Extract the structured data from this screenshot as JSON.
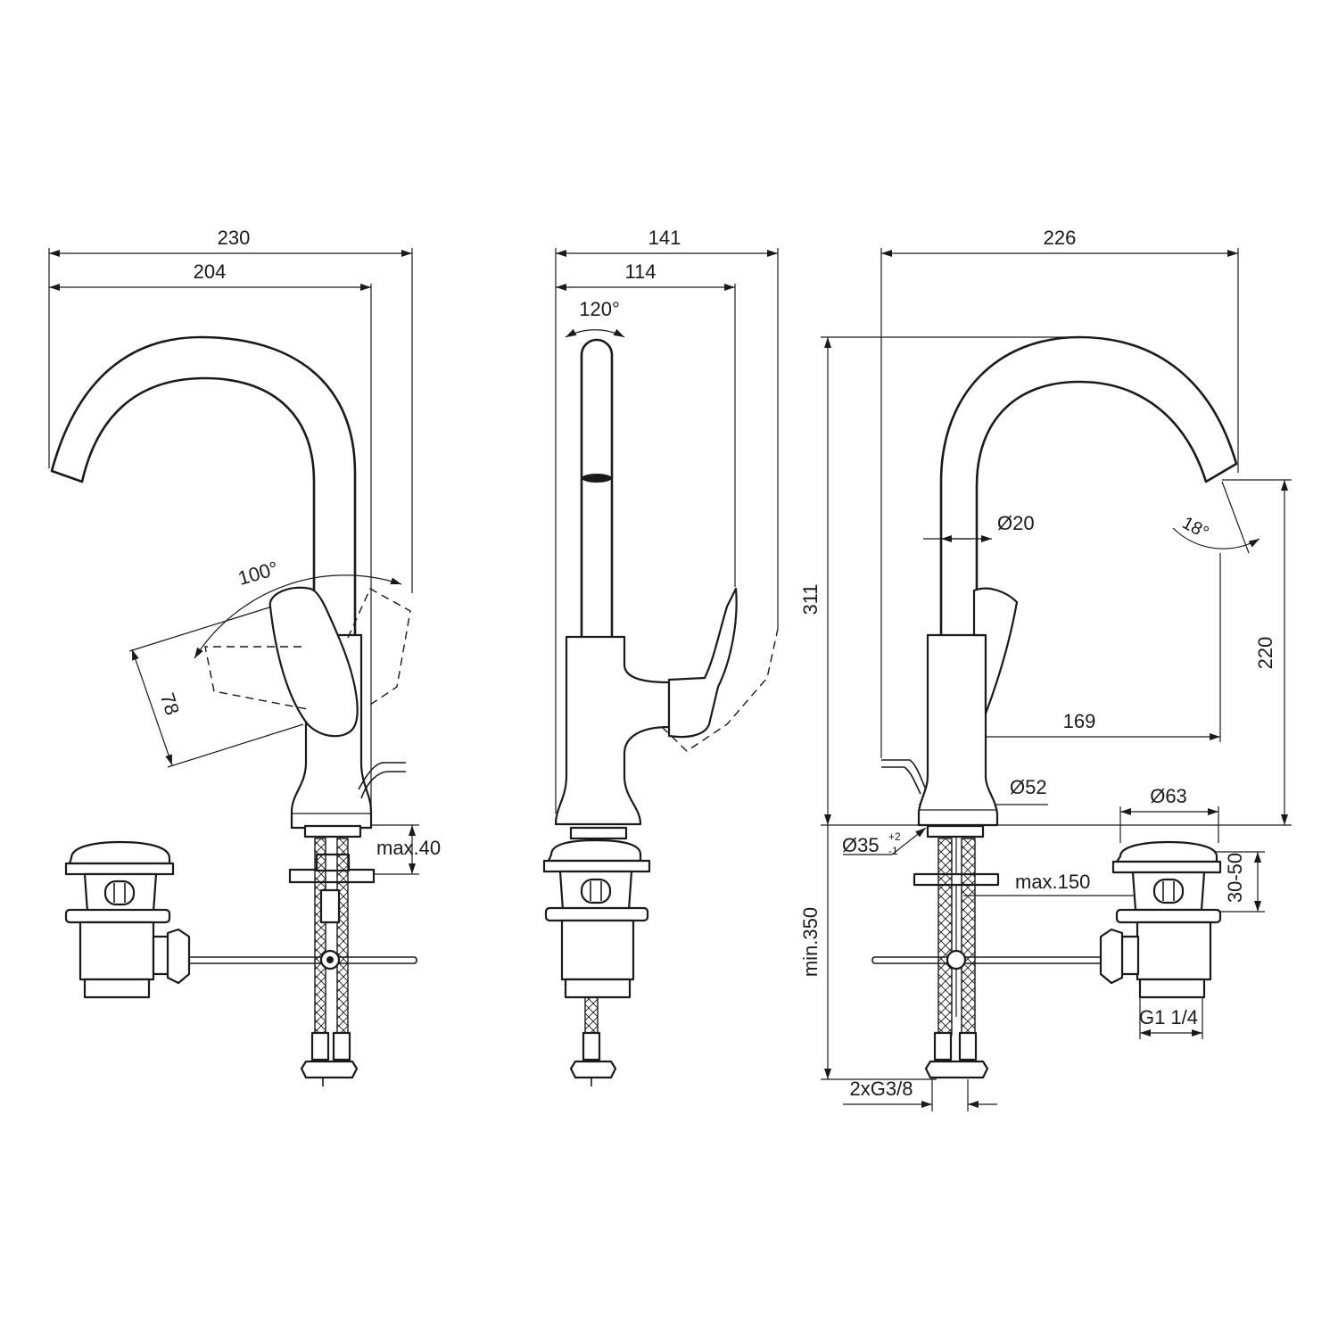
{
  "title": "",
  "views": [
    {
      "name": "front",
      "dimensions": {
        "overall_width": "230",
        "spout_reach": "204",
        "lever_length": "78",
        "lever_angle": "100°",
        "deck_thickness": "max.40"
      }
    },
    {
      "name": "side",
      "dimensions": {
        "overall_depth": "141",
        "spout_depth": "114",
        "spout_swivel": "120°"
      }
    },
    {
      "name": "rear",
      "dimensions": {
        "overall_width": "226",
        "height": "311",
        "spout_diameter": "Ø20",
        "outlet_angle": "18°",
        "spout_clearance": "220",
        "projection": "169",
        "body_diameter": "Ø52",
        "waste_plug_diameter": "Ø63",
        "tap_hole_diameter": "Ø35",
        "tap_hole_tol_plus": "+2",
        "tap_hole_tol_minus": "-1",
        "pull_rod_length": "max.150",
        "plug_lift": "30-50",
        "hose_length": "min.350",
        "hose_connection": "2xG3/8",
        "waste_thread": "G1 1/4"
      }
    }
  ],
  "colors": {
    "line": "#1a1a1a",
    "background": "#ffffff"
  }
}
